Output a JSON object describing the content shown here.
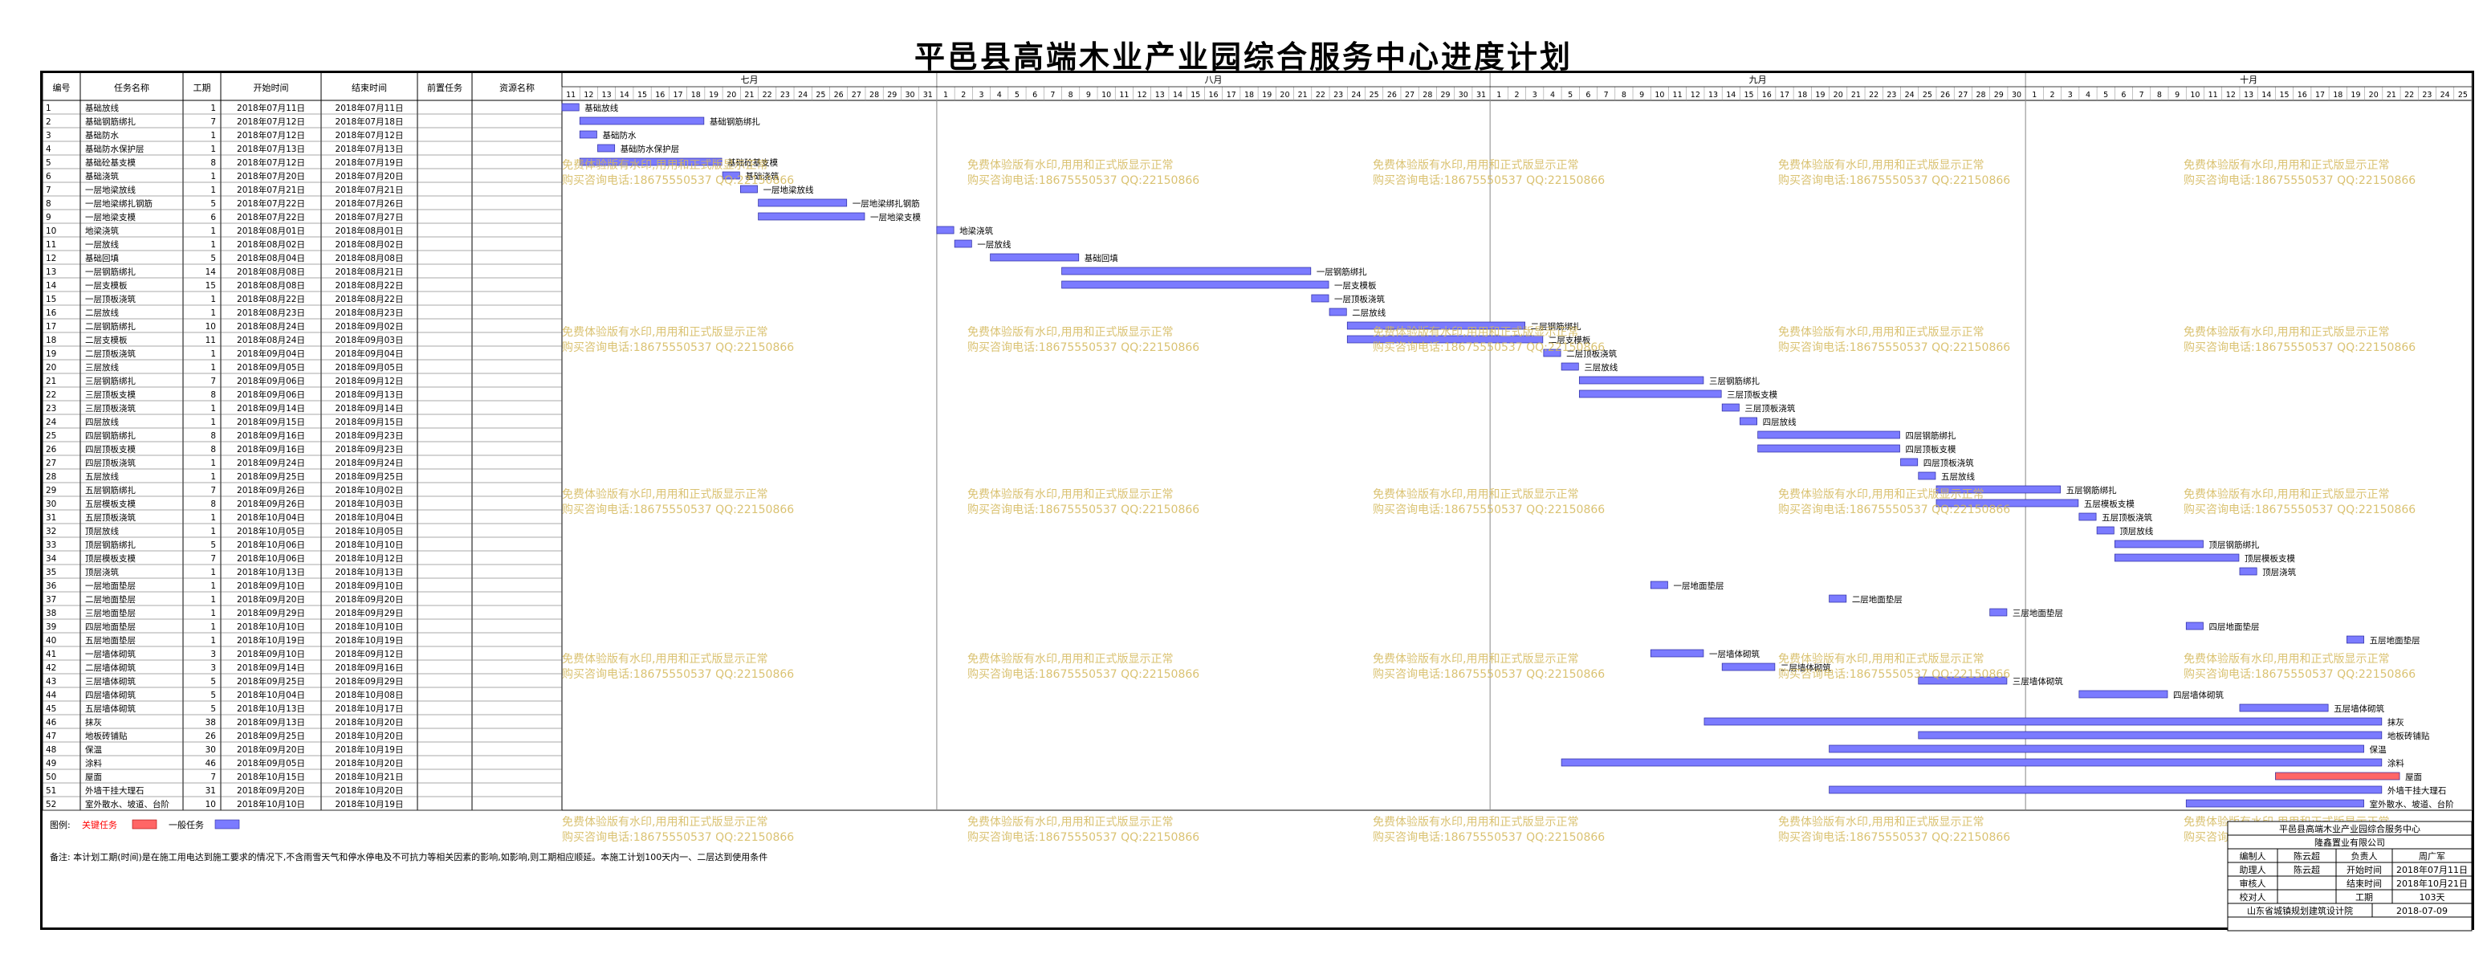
{
  "title": "平邑县高端木业产业园综合服务中心进度计划",
  "table_headers": [
    "编号",
    "任务名称",
    "工期",
    "开始时间",
    "结束时间",
    "前置任务",
    "资源名称"
  ],
  "months": [
    {
      "label": "七月",
      "days": [
        11,
        12,
        13,
        14,
        15,
        16,
        17,
        18,
        19,
        20,
        21,
        22,
        23,
        24,
        25,
        26,
        27,
        28,
        29,
        30,
        31
      ]
    },
    {
      "label": "八月",
      "days": [
        1,
        2,
        3,
        4,
        5,
        6,
        7,
        8,
        9,
        10,
        11,
        12,
        13,
        14,
        15,
        16,
        17,
        18,
        19,
        20,
        21,
        22,
        23,
        24,
        25,
        26,
        27,
        28,
        29,
        30,
        31
      ]
    },
    {
      "label": "九月",
      "days": [
        1,
        2,
        3,
        4,
        5,
        6,
        7,
        8,
        9,
        10,
        11,
        12,
        13,
        14,
        15,
        16,
        17,
        18,
        19,
        20,
        21,
        22,
        23,
        24,
        25,
        26,
        27,
        28,
        29,
        30
      ]
    },
    {
      "label": "十月",
      "days": [
        1,
        2,
        3,
        4,
        5,
        6,
        7,
        8,
        9,
        10,
        11,
        12,
        13,
        14,
        15,
        16,
        17,
        18,
        19,
        20,
        21,
        22,
        23,
        24,
        25
      ]
    }
  ],
  "chart_data": {
    "type": "gantt",
    "title": "平邑县高端木业产业园综合服务中心进度计划",
    "x_start": "2018-07-11",
    "x_end": "2018-10-25",
    "tasks": [
      {
        "id": "1",
        "name": "基础放线",
        "dur": "1",
        "start": "2018年07月11日",
        "end": "2018年07月11日",
        "s": "2018-07-11",
        "e": "2018-07-11",
        "crit": false
      },
      {
        "id": "2",
        "name": "基础钢筋绑扎",
        "dur": "7",
        "start": "2018年07月12日",
        "end": "2018年07月18日",
        "s": "2018-07-12",
        "e": "2018-07-18",
        "crit": false
      },
      {
        "id": "3",
        "name": "基础防水",
        "dur": "1",
        "start": "2018年07月12日",
        "end": "2018年07月12日",
        "s": "2018-07-12",
        "e": "2018-07-12",
        "crit": false
      },
      {
        "id": "4",
        "name": "基础防水保护层",
        "dur": "1",
        "start": "2018年07月13日",
        "end": "2018年07月13日",
        "s": "2018-07-13",
        "e": "2018-07-13",
        "crit": false
      },
      {
        "id": "5",
        "name": "基础砼基支模",
        "dur": "8",
        "start": "2018年07月12日",
        "end": "2018年07月19日",
        "s": "2018-07-12",
        "e": "2018-07-19",
        "crit": false
      },
      {
        "id": "6",
        "name": "基础浇筑",
        "dur": "1",
        "start": "2018年07月20日",
        "end": "2018年07月20日",
        "s": "2018-07-20",
        "e": "2018-07-20",
        "crit": false
      },
      {
        "id": "7",
        "name": "一层地梁放线",
        "dur": "1",
        "start": "2018年07月21日",
        "end": "2018年07月21日",
        "s": "2018-07-21",
        "e": "2018-07-21",
        "crit": false
      },
      {
        "id": "8",
        "name": "一层地梁绑扎钢筋",
        "dur": "5",
        "start": "2018年07月22日",
        "end": "2018年07月26日",
        "s": "2018-07-22",
        "e": "2018-07-26",
        "crit": false
      },
      {
        "id": "9",
        "name": "一层地梁支模",
        "dur": "6",
        "start": "2018年07月22日",
        "end": "2018年07月27日",
        "s": "2018-07-22",
        "e": "2018-07-27",
        "crit": false
      },
      {
        "id": "10",
        "name": "地梁浇筑",
        "dur": "1",
        "start": "2018年08月01日",
        "end": "2018年08月01日",
        "s": "2018-08-01",
        "e": "2018-08-01",
        "crit": false
      },
      {
        "id": "11",
        "name": "一层放线",
        "dur": "1",
        "start": "2018年08月02日",
        "end": "2018年08月02日",
        "s": "2018-08-02",
        "e": "2018-08-02",
        "crit": false
      },
      {
        "id": "12",
        "name": "基础回填",
        "dur": "5",
        "start": "2018年08月04日",
        "end": "2018年08月08日",
        "s": "2018-08-04",
        "e": "2018-08-08",
        "crit": false
      },
      {
        "id": "13",
        "name": "一层钢筋绑扎",
        "dur": "14",
        "start": "2018年08月08日",
        "end": "2018年08月21日",
        "s": "2018-08-08",
        "e": "2018-08-21",
        "crit": false
      },
      {
        "id": "14",
        "name": "一层支模板",
        "dur": "15",
        "start": "2018年08月08日",
        "end": "2018年08月22日",
        "s": "2018-08-08",
        "e": "2018-08-22",
        "crit": false
      },
      {
        "id": "15",
        "name": "一层顶板浇筑",
        "dur": "1",
        "start": "2018年08月22日",
        "end": "2018年08月22日",
        "s": "2018-08-22",
        "e": "2018-08-22",
        "crit": false
      },
      {
        "id": "16",
        "name": "二层放线",
        "dur": "1",
        "start": "2018年08月23日",
        "end": "2018年08月23日",
        "s": "2018-08-23",
        "e": "2018-08-23",
        "crit": false
      },
      {
        "id": "17",
        "name": "二层钢筋绑扎",
        "dur": "10",
        "start": "2018年08月24日",
        "end": "2018年09月02日",
        "s": "2018-08-24",
        "e": "2018-09-02",
        "crit": false
      },
      {
        "id": "18",
        "name": "二层支模板",
        "dur": "11",
        "start": "2018年08月24日",
        "end": "2018年09月03日",
        "s": "2018-08-24",
        "e": "2018-09-03",
        "crit": false
      },
      {
        "id": "19",
        "name": "二层顶板浇筑",
        "dur": "1",
        "start": "2018年09月04日",
        "end": "2018年09月04日",
        "s": "2018-09-04",
        "e": "2018-09-04",
        "crit": false
      },
      {
        "id": "20",
        "name": "三层放线",
        "dur": "1",
        "start": "2018年09月05日",
        "end": "2018年09月05日",
        "s": "2018-09-05",
        "e": "2018-09-05",
        "crit": false
      },
      {
        "id": "21",
        "name": "三层钢筋绑扎",
        "dur": "7",
        "start": "2018年09月06日",
        "end": "2018年09月12日",
        "s": "2018-09-06",
        "e": "2018-09-12",
        "crit": false
      },
      {
        "id": "22",
        "name": "三层顶板支模",
        "dur": "8",
        "start": "2018年09月06日",
        "end": "2018年09月13日",
        "s": "2018-09-06",
        "e": "2018-09-13",
        "crit": false
      },
      {
        "id": "23",
        "name": "三层顶板浇筑",
        "dur": "1",
        "start": "2018年09月14日",
        "end": "2018年09月14日",
        "s": "2018-09-14",
        "e": "2018-09-14",
        "crit": false
      },
      {
        "id": "24",
        "name": "四层放线",
        "dur": "1",
        "start": "2018年09月15日",
        "end": "2018年09月15日",
        "s": "2018-09-15",
        "e": "2018-09-15",
        "crit": false
      },
      {
        "id": "25",
        "name": "四层钢筋绑扎",
        "dur": "8",
        "start": "2018年09月16日",
        "end": "2018年09月23日",
        "s": "2018-09-16",
        "e": "2018-09-23",
        "crit": false
      },
      {
        "id": "26",
        "name": "四层顶板支模",
        "dur": "8",
        "start": "2018年09月16日",
        "end": "2018年09月23日",
        "s": "2018-09-16",
        "e": "2018-09-23",
        "crit": false
      },
      {
        "id": "27",
        "name": "四层顶板浇筑",
        "dur": "1",
        "start": "2018年09月24日",
        "end": "2018年09月24日",
        "s": "2018-09-24",
        "e": "2018-09-24",
        "crit": false
      },
      {
        "id": "28",
        "name": "五层放线",
        "dur": "1",
        "start": "2018年09月25日",
        "end": "2018年09月25日",
        "s": "2018-09-25",
        "e": "2018-09-25",
        "crit": false
      },
      {
        "id": "29",
        "name": "五层钢筋绑扎",
        "dur": "7",
        "start": "2018年09月26日",
        "end": "2018年10月02日",
        "s": "2018-09-26",
        "e": "2018-10-02",
        "crit": false
      },
      {
        "id": "30",
        "name": "五层模板支模",
        "dur": "8",
        "start": "2018年09月26日",
        "end": "2018年10月03日",
        "s": "2018-09-26",
        "e": "2018-10-03",
        "crit": false
      },
      {
        "id": "31",
        "name": "五层顶板浇筑",
        "dur": "1",
        "start": "2018年10月04日",
        "end": "2018年10月04日",
        "s": "2018-10-04",
        "e": "2018-10-04",
        "crit": false
      },
      {
        "id": "32",
        "name": "顶层放线",
        "dur": "1",
        "start": "2018年10月05日",
        "end": "2018年10月05日",
        "s": "2018-10-05",
        "e": "2018-10-05",
        "crit": false
      },
      {
        "id": "33",
        "name": "顶层钢筋绑扎",
        "dur": "5",
        "start": "2018年10月06日",
        "end": "2018年10月10日",
        "s": "2018-10-06",
        "e": "2018-10-10",
        "crit": false
      },
      {
        "id": "34",
        "name": "顶层模板支模",
        "dur": "7",
        "start": "2018年10月06日",
        "end": "2018年10月12日",
        "s": "2018-10-06",
        "e": "2018-10-12",
        "crit": false
      },
      {
        "id": "35",
        "name": "顶层浇筑",
        "dur": "1",
        "start": "2018年10月13日",
        "end": "2018年10月13日",
        "s": "2018-10-13",
        "e": "2018-10-13",
        "crit": false
      },
      {
        "id": "36",
        "name": "一层地面垫层",
        "dur": "1",
        "start": "2018年09月10日",
        "end": "2018年09月10日",
        "s": "2018-09-10",
        "e": "2018-09-10",
        "crit": false
      },
      {
        "id": "37",
        "name": "二层地面垫层",
        "dur": "1",
        "start": "2018年09月20日",
        "end": "2018年09月20日",
        "s": "2018-09-20",
        "e": "2018-09-20",
        "crit": false
      },
      {
        "id": "38",
        "name": "三层地面垫层",
        "dur": "1",
        "start": "2018年09月29日",
        "end": "2018年09月29日",
        "s": "2018-09-29",
        "e": "2018-09-29",
        "crit": false
      },
      {
        "id": "39",
        "name": "四层地面垫层",
        "dur": "1",
        "start": "2018年10月10日",
        "end": "2018年10月10日",
        "s": "2018-10-10",
        "e": "2018-10-10",
        "crit": false
      },
      {
        "id": "40",
        "name": "五层地面垫层",
        "dur": "1",
        "start": "2018年10月19日",
        "end": "2018年10月19日",
        "s": "2018-10-19",
        "e": "2018-10-19",
        "crit": false
      },
      {
        "id": "41",
        "name": "一层墙体砌筑",
        "dur": "3",
        "start": "2018年09月10日",
        "end": "2018年09月12日",
        "s": "2018-09-10",
        "e": "2018-09-12",
        "crit": false
      },
      {
        "id": "42",
        "name": "二层墙体砌筑",
        "dur": "3",
        "start": "2018年09月14日",
        "end": "2018年09月16日",
        "s": "2018-09-14",
        "e": "2018-09-16",
        "crit": false
      },
      {
        "id": "43",
        "name": "三层墙体砌筑",
        "dur": "5",
        "start": "2018年09月25日",
        "end": "2018年09月29日",
        "s": "2018-09-25",
        "e": "2018-09-29",
        "crit": false
      },
      {
        "id": "44",
        "name": "四层墙体砌筑",
        "dur": "5",
        "start": "2018年10月04日",
        "end": "2018年10月08日",
        "s": "2018-10-04",
        "e": "2018-10-08",
        "crit": false
      },
      {
        "id": "45",
        "name": "五层墙体砌筑",
        "dur": "5",
        "start": "2018年10月13日",
        "end": "2018年10月17日",
        "s": "2018-10-13",
        "e": "2018-10-17",
        "crit": false
      },
      {
        "id": "46",
        "name": "抹灰",
        "dur": "38",
        "start": "2018年09月13日",
        "end": "2018年10月20日",
        "s": "2018-09-13",
        "e": "2018-10-20",
        "crit": false
      },
      {
        "id": "47",
        "name": "地板砖铺贴",
        "dur": "26",
        "start": "2018年09月25日",
        "end": "2018年10月20日",
        "s": "2018-09-25",
        "e": "2018-10-20",
        "crit": false
      },
      {
        "id": "48",
        "name": "保温",
        "dur": "30",
        "start": "2018年09月20日",
        "end": "2018年10月19日",
        "s": "2018-09-20",
        "e": "2018-10-19",
        "crit": false
      },
      {
        "id": "49",
        "name": "涂料",
        "dur": "46",
        "start": "2018年09月05日",
        "end": "2018年10月20日",
        "s": "2018-09-05",
        "e": "2018-10-20",
        "crit": false
      },
      {
        "id": "50",
        "name": "屋面",
        "dur": "7",
        "start": "2018年10月15日",
        "end": "2018年10月21日",
        "s": "2018-10-15",
        "e": "2018-10-21",
        "crit": true
      },
      {
        "id": "51",
        "name": "外墙干挂大理石",
        "dur": "31",
        "start": "2018年09月20日",
        "end": "2018年10月20日",
        "s": "2018-09-20",
        "e": "2018-10-20",
        "crit": false
      },
      {
        "id": "52",
        "name": "室外散水、坡道、台阶",
        "dur": "10",
        "start": "2018年10月10日",
        "end": "2018年10月19日",
        "s": "2018-10-10",
        "e": "2018-10-19",
        "crit": false
      }
    ]
  },
  "legend": {
    "label": "图例:",
    "critical": "关键任务",
    "normal": "一般任务",
    "critical_color": "#ff6666",
    "normal_color": "#7b7bff"
  },
  "note": "备注: 本计划工期(时间)是在施工用电达到施工要求的情况下,不含雨雪天气和停水停电及不可抗力等相关因素的影响,如影响,则工期相应顺延。本施工计划100天内一、二层达到使用条件",
  "watermark": [
    "免费体验版有水印,用用和正式版显示正常",
    "购买咨询电话:18675550537 QQ:22150866"
  ],
  "signature": {
    "project": "平邑县高端木业产业园综合服务中心",
    "company": "隆鑫置业有限公司",
    "rows": [
      [
        "编制人",
        "陈云超",
        "负责人",
        "周广军"
      ],
      [
        "助理人",
        "陈云超",
        "开始时间",
        "2018年07月11日"
      ],
      [
        "审核人",
        "",
        "结束时间",
        "2018年10月21日"
      ],
      [
        "校对人",
        "",
        "工期",
        "103天"
      ]
    ],
    "footer_left": "山东省城镇规划建筑设计院",
    "footer_right": "2018-07-09"
  },
  "colors": {
    "bar": "#7b7bff",
    "bar_stroke": "#2a2aa0",
    "critical": "#ff6666",
    "critical_text": "#ff0000",
    "watermark": "#d4b85a"
  }
}
